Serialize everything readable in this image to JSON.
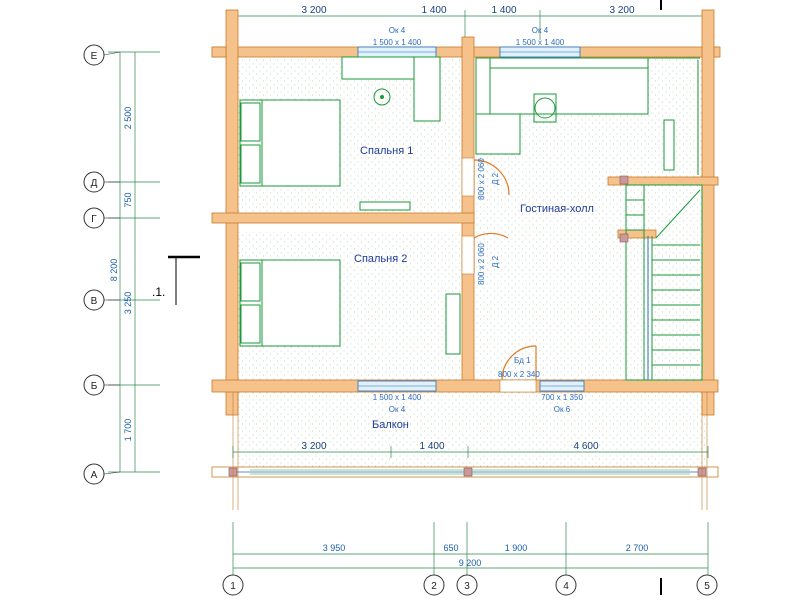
{
  "top_dims": [
    "3 200",
    "1 400",
    "1 400",
    "3 200"
  ],
  "windows": {
    "top_left": {
      "name": "Ок 4",
      "size": "1 500 x 1 400"
    },
    "top_right": {
      "name": "Ок 4",
      "size": "1 500 x 1 400"
    },
    "bottom_left": {
      "name": "Ок 4",
      "size": "1 500 x 1 400"
    },
    "bottom_right": {
      "name": "Ок 6",
      "size": "700 x 1 350"
    }
  },
  "rooms": {
    "bedroom1": "Спальня 1",
    "bedroom2": "Спальня 2",
    "living": "Гостиная-холл",
    "balcony": "Балкон"
  },
  "doors": {
    "d_upper": {
      "name": "Д 2",
      "size": "800 x 2 060"
    },
    "d_lower": {
      "name": "Д 2",
      "size": "800 x 2 060"
    },
    "balcony_door": {
      "name": "Бд 1",
      "size": "800 x 2 340"
    }
  },
  "left_dims": {
    "total": "8 200",
    "seg1": "2 500",
    "seg2": "750",
    "seg3": "3 250",
    "seg4": "1 700"
  },
  "row_axes": [
    "Е",
    "Д",
    "Г",
    "В",
    "Б",
    "А"
  ],
  "col_axes": [
    "1",
    "2",
    "3",
    "4",
    "5"
  ],
  "balcony_dims": [
    "3 200",
    "1 400",
    "4 600"
  ],
  "bottom_dims": {
    "seg1": "3 950",
    "seg2": "650",
    "seg3": "1 900",
    "seg4": "2 700",
    "total": "9 200"
  },
  "section_mark": ".1."
}
